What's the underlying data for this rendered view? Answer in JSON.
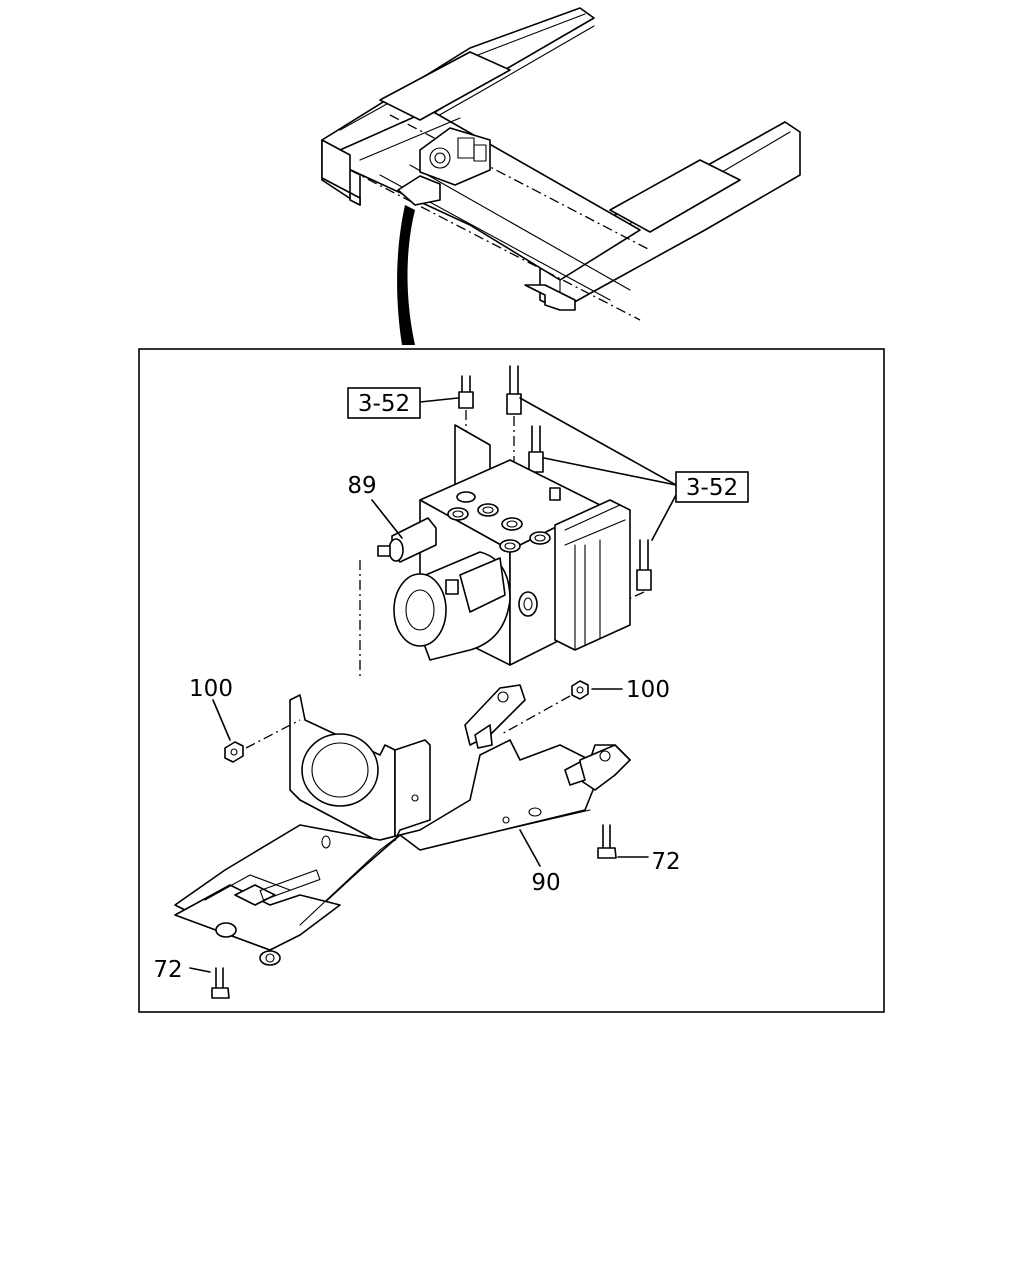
{
  "callouts": {
    "ref_top": "3-52",
    "ref_right": "3-52",
    "part_89": "89",
    "part_100_left": "100",
    "part_100_right": "100",
    "part_72_right": "72",
    "part_90": "90",
    "part_72_left": "72"
  }
}
